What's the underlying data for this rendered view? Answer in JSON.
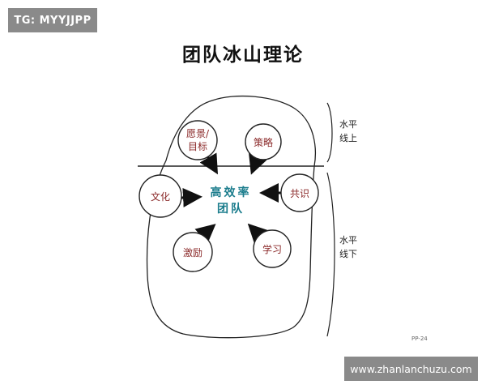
{
  "watermark_top": "TG: MYYJJPP",
  "watermark_bottom": "www.zhanlanchuzu.com",
  "title": "团队冰山理论",
  "center_line1": "高效率",
  "center_line2": "团队",
  "nodes": {
    "vision_line1": "愿景/",
    "vision_line2": "目标",
    "strategy": "策略",
    "culture": "文化",
    "consensus": "共识",
    "motivation": "激励",
    "learning": "学习"
  },
  "labels": {
    "above_line1": "水平",
    "above_line2": "线上",
    "below_line1": "水平",
    "below_line2": "线下"
  },
  "page_code": "PP-24",
  "colors": {
    "node_text": "#8b2a2a",
    "center_text": "#1a7c8c",
    "line": "#222222"
  }
}
